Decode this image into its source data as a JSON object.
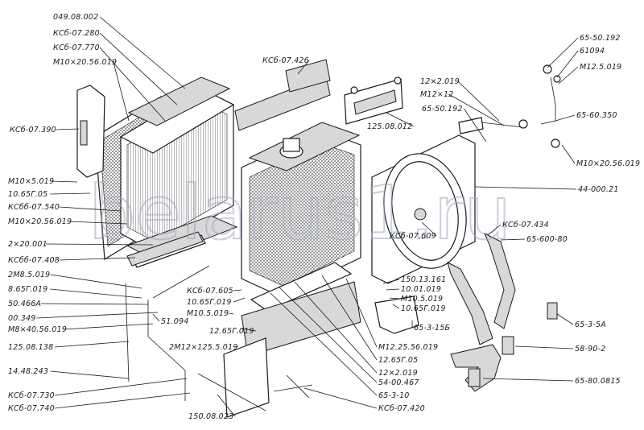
{
  "watermark": "belarus1.ru",
  "labels": [
    "049.08.002",
    "КСб-07.280",
    "КСб-07.770",
    "М10×20.56.019",
    "КСб-07.390",
    "КСб-07.426",
    "М10×5.019",
    "10.65Г.05",
    "КСбб-07.540",
    "М10×20.56.019",
    "2×20.001",
    "КСбб-07.408",
    "2М8.5.019",
    "8.65Г.019",
    "50.466А",
    "00.349",
    "51.094",
    "М8×40.56.019",
    "125.08.138",
    "14.48.243",
    "КСб-07.730",
    "КСб-07.740",
    "150.08.023",
    "КСб-07.605",
    "10.65Г.019",
    "М10.5.019",
    "12.65Г.019",
    "2М12×125.5.019",
    "125.08.012",
    "12×2.019",
    "М12×12",
    "65-50.192",
    "65-50.192",
    "61094",
    "М12.5.019",
    "65-60.350",
    "М10×20.56.019",
    "44-000.21",
    "КСб-07.434",
    "65-600-80",
    "КСб-07.609",
    "150.13.161",
    "10.01.019",
    "М10.5.019",
    "10.65Г.019",
    "65-3-15Б",
    "М12.25.56.019",
    "12.65Г.05",
    "12×2.019",
    "54-00.467",
    "65-3-10",
    "КСб-07.420",
    "65-3-5А",
    "58-90-2",
    "65-80.0815"
  ]
}
